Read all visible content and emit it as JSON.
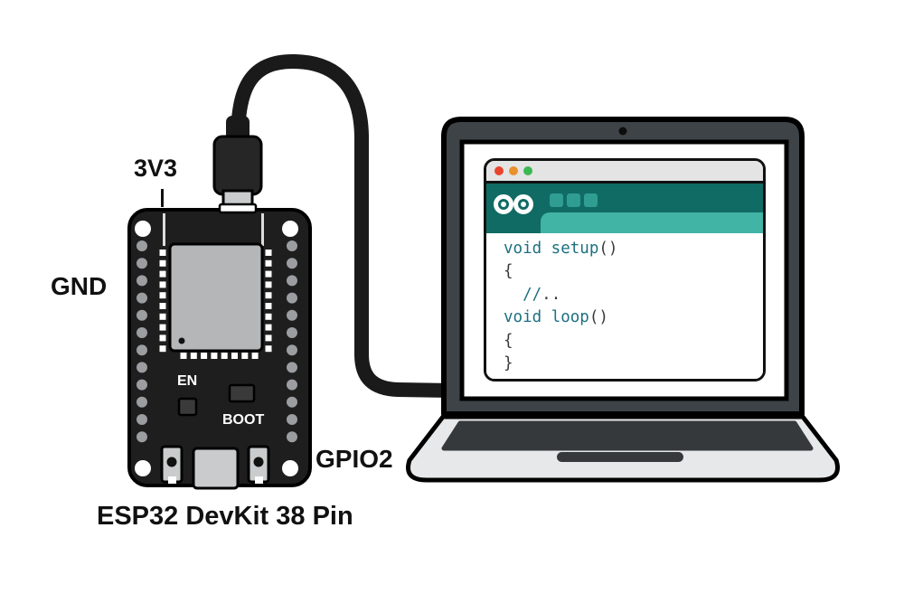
{
  "board": {
    "caption": "ESP32 DevKit 38 Pin",
    "labels": {
      "v33": "3V3",
      "gnd": "GND",
      "gpio2": "GPIO2",
      "en": "EN",
      "boot": "BOOT"
    },
    "pins_per_side": 12,
    "castellations_side": 10,
    "castellations_bottom": 8,
    "colors": {
      "pcb": "#1e1e1e",
      "module": "#b4b6b8",
      "pin": "#9b9da0",
      "pad": "#ffffff",
      "component": "#c9cbcd",
      "button": "#3a3a3a"
    }
  },
  "cable": {
    "color": "#1a1a1a"
  },
  "laptop": {
    "colors": {
      "bezel": "#3e4347",
      "screen": "#ffffff",
      "base": "#e7e8e9",
      "keyboard": "#35393c",
      "outline": "#000000"
    }
  },
  "ide": {
    "titlebar_bg": "#e4e4e4",
    "header_bg": "#106b64",
    "tab_bg": "#42b4a6",
    "toolbar_button_bg": "#2f9d92",
    "toolbar_button_count": 3,
    "window_controls": [
      "#e8432d",
      "#e9912d",
      "#3cb853"
    ],
    "logo_icon": "arduino-infinity-logo",
    "code": {
      "keyword_color": "#1c7080",
      "punct_color": "#3a3a3a",
      "lines": [
        [
          {
            "t": "void setup",
            "c": "kw"
          },
          {
            "t": "()",
            "c": "p"
          }
        ],
        [
          {
            "t": "{",
            "c": "p"
          }
        ],
        [
          {
            "t": "  //",
            "c": "kw"
          },
          {
            "t": "..",
            "c": "p"
          }
        ],
        [
          {
            "t": "void loop",
            "c": "kw"
          },
          {
            "t": "()",
            "c": "p"
          }
        ],
        [
          {
            "t": "{",
            "c": "p"
          }
        ],
        [
          {
            "t": "}",
            "c": "p"
          }
        ]
      ]
    }
  }
}
